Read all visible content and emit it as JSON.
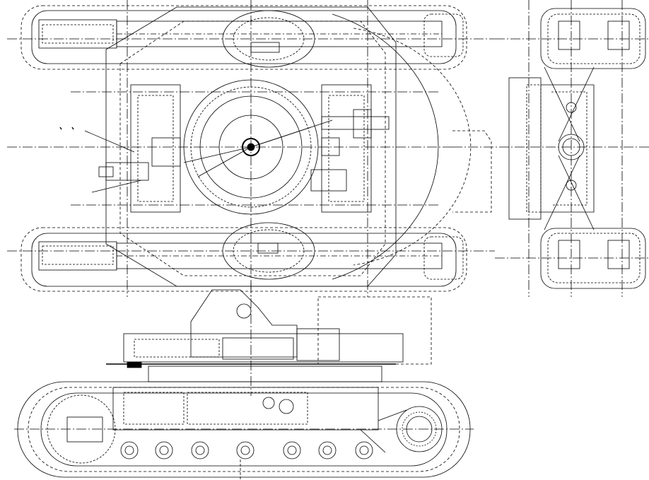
{
  "drawing": {
    "kind": "engineering line drawing",
    "views": [
      "plan-view",
      "side-view",
      "elevation-view",
      "track-frame-view"
    ],
    "line_color": "#000000",
    "background_color": "#ffffff",
    "annotations": []
  }
}
